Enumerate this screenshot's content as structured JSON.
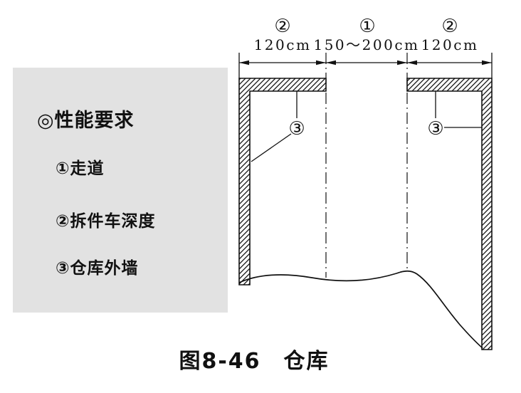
{
  "legend": {
    "heading": "◎性能要求",
    "items": [
      {
        "label": "①走道"
      },
      {
        "label": "②拆件车深度"
      },
      {
        "label": "③仓库外墙"
      }
    ]
  },
  "drawing": {
    "dim_symbols": [
      "②",
      "①",
      "②"
    ],
    "dim_values": [
      "120cm",
      "150～200cm",
      "120cm"
    ],
    "wall_label_left": "③",
    "wall_label_right": "③"
  },
  "caption": "图8-46　仓库"
}
